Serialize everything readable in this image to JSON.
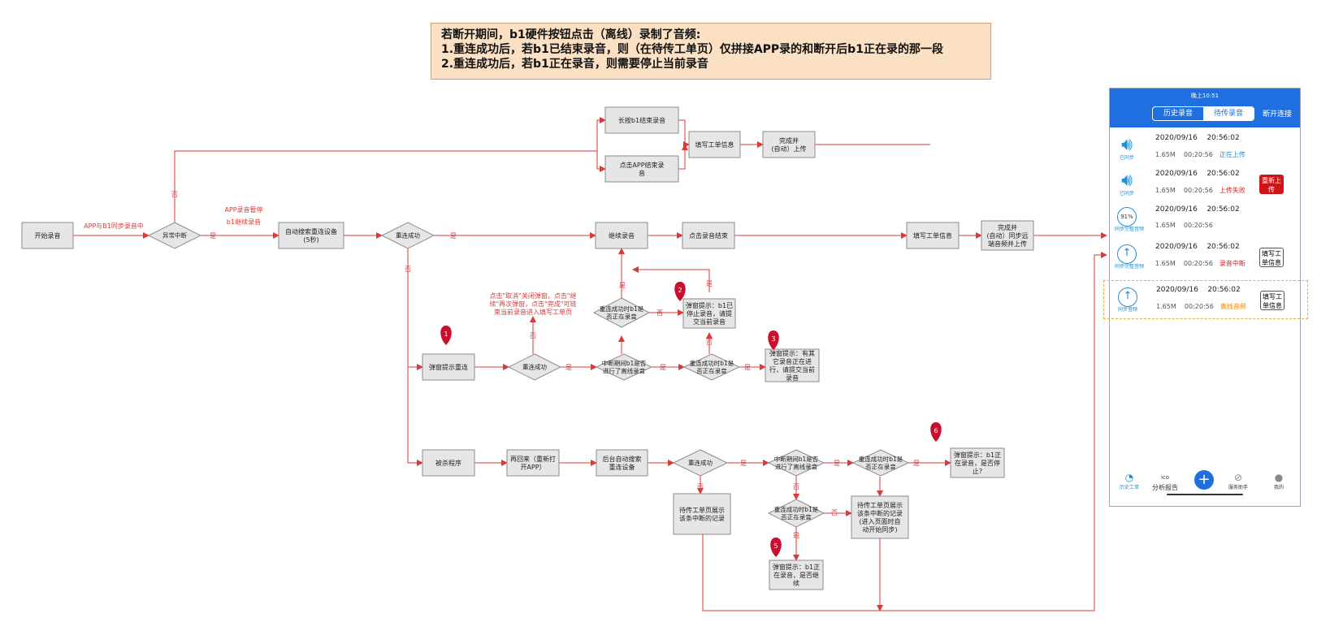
{
  "note": {
    "line1": "若断开期间，b1硬件按钮点击（离线）录制了音频:",
    "line2": "1.重连成功后，若b1已结束录音，则（在待传工单页）仅拼接APP录的和断开后b1正在录的那一段",
    "line3": "2.重连成功后，若b1正在录音，则需要停止当前录音"
  },
  "nodes": {
    "start": "开始录音",
    "abnormal": "异常中断",
    "auto_search": [
      "自动搜索重连设备",
      "(5秒)"
    ],
    "reconnect_ok": "重连成功",
    "long_press": "长按b1结束录音",
    "click_app_end": [
      "点击APP结束录",
      "音"
    ],
    "fill_top": "填写工单信息",
    "done_top": [
      "完成并",
      "(自动）上传"
    ],
    "continue_rec": "继续录音",
    "click_end": "点击录音结束",
    "fill_mid": "填写工单信息",
    "done_mid": [
      "完成并",
      "(自动）同步远",
      "端音频并上传"
    ],
    "popup_reconnect": "弹窗提示重连",
    "reconnect_ok2": "重连成功",
    "during_off": [
      "中断期间b1是否",
      "进行了离线录音"
    ],
    "b1_recording_a": [
      "重连成功时b1是",
      "否正在录音"
    ],
    "b1_recording_b": [
      "重连成功时b1是",
      "否正在录音"
    ],
    "popup_stopped": [
      "弹窗提示：b1已",
      "停止录音，请提",
      "交当前录音"
    ],
    "popup_other": [
      "弹窗提示：有其",
      "它录音正在进",
      "行，请提交当前",
      "录音"
    ],
    "killed": "被杀程序",
    "reopen": [
      "再回来（重新打",
      "开APP）"
    ],
    "bg_search": [
      "后台自动搜索",
      "重连设备"
    ],
    "reconnect_ok3": "重连成功",
    "during_off2": [
      "中断期间b1是否",
      "进行了离线录音"
    ],
    "b1_recording_c": [
      "重连成功时b1是",
      "否正在录音"
    ],
    "popup_stop_q": [
      "弹窗提示：b1正",
      "在录音，是否停",
      "止?"
    ],
    "pending_show": [
      "待传工单页展示",
      "该条中断的记录"
    ],
    "b1_recording_d": [
      "重连成功时b1是",
      "否正在录音"
    ],
    "pending_sync": [
      "待传工单页展示",
      "该条中断的记录",
      "(进入页面时自",
      "动开始同步)"
    ],
    "popup_continue": [
      "弹窗提示：b1正",
      "在录音，是否继",
      "续"
    ]
  },
  "labels": {
    "sync_rec": "APP与B1同步录音中",
    "app_pause": "APP录音暂停",
    "b1_continue": "b1继续录音",
    "yes": "是",
    "no": "否",
    "cancel_hint": [
      "点击\"取消\"关闭弹窗，点击\"继",
      "续\"再次弹窗，点击\"完成\"可链",
      "束当前录音进入填写工单页"
    ]
  },
  "markers": [
    "1",
    "2",
    "3",
    "5",
    "6"
  ],
  "phone": {
    "status": "晚上10:51",
    "tabs": [
      "历史录音",
      "待传录音"
    ],
    "active_tab": 1,
    "disconnect": "断开连接",
    "records": [
      {
        "icon": "speaker-icon",
        "icon_label": "已同步",
        "date": "2020/09/16",
        "time": "20:56:02",
        "size": "1.65M",
        "duration": "00:20:56",
        "status": "正在上传",
        "status_color": "blue",
        "action": ""
      },
      {
        "icon": "speaker-icon",
        "icon_label": "已同步",
        "date": "2020/09/16",
        "time": "20:56:02",
        "size": "1.65M",
        "duration": "00:20:56",
        "status": "上传失败",
        "status_color": "red",
        "action": "重新上传"
      },
      {
        "icon": "progress-ring",
        "icon_label": "同步完整音频",
        "progress": "91%",
        "date": "2020/09/16",
        "time": "20:56:02",
        "size": "1.65M",
        "duration": "00:20:56",
        "status": "",
        "status_color": "",
        "action": ""
      },
      {
        "icon": "upload-arrow-icon",
        "icon_label": "同步完整音频",
        "date": "2020/09/16",
        "time": "20:56:02",
        "size": "1.65M",
        "duration": "00:20:56",
        "status": "录音中断",
        "status_color": "red",
        "action": "填写工单信息"
      },
      {
        "icon": "upload-arrow-icon",
        "icon_label": "同步音频",
        "date": "2020/09/16",
        "time": "20:56:02",
        "size": "1.65M",
        "duration": "00:20:56",
        "status": "离线音频",
        "status_color": "orange",
        "action": "填写工单信息"
      }
    ],
    "nav": [
      "历史工单",
      "分析报告",
      "服务助手",
      "我的"
    ],
    "nav_ico": "ico"
  },
  "colors": {
    "line": "#d93a3a",
    "box": "#e6e6e6",
    "border": "#8c8c8c",
    "marker": "#c8102e",
    "brand": "#1f6fe0"
  }
}
